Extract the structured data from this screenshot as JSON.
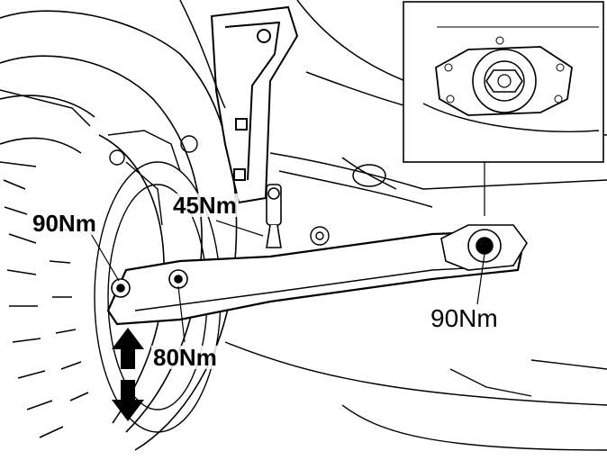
{
  "labels": {
    "torque_front_bolt": "90Nm",
    "torque_link": "45Nm",
    "torque_rear_bolt": "80Nm",
    "torque_mount": "90Nm"
  },
  "colors": {
    "line": "#000000",
    "background": "#ffffff",
    "inset_border": "#000000"
  },
  "icons": {
    "movement_arrow": "double-arrow-vertical"
  }
}
